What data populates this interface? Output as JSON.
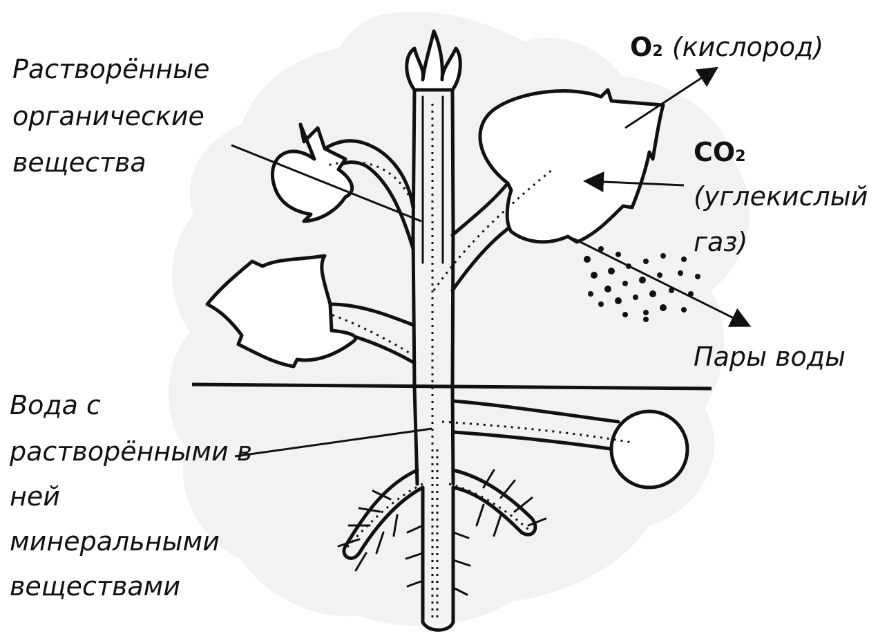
{
  "labels": {
    "organic_1": "Растворённые",
    "organic_2": "органические",
    "organic_3": "вещества",
    "o2_formula": "O",
    "o2_sub": "2",
    "o2_name": "(кислород)",
    "co2_formula": "CO",
    "co2_sub": "2",
    "co2_name_1": "(углекислый",
    "co2_name_2": "газ)",
    "vapor": "Пары воды",
    "water_1": "Вода с",
    "water_2": "растворёнными в",
    "water_3": "ней",
    "water_4": "минеральными",
    "water_5": "веществами"
  },
  "colors": {
    "ink": "#111111",
    "backdrop": "#f2f2f2",
    "paper": "#ffffff"
  }
}
